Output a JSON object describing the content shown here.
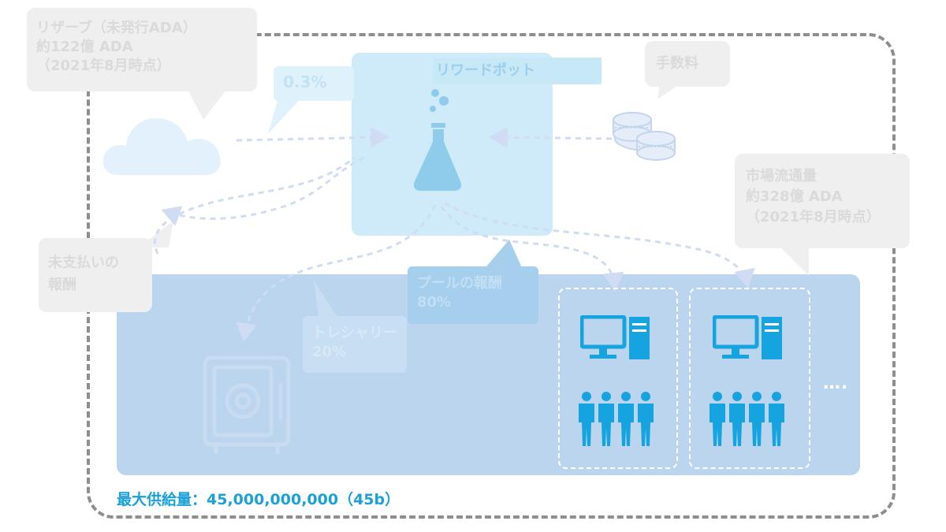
{
  "reserve": {
    "label": "リザーブ（未発行ADA）\n約122億 ADA\n（2021年8月時点）"
  },
  "rate": {
    "label": "0.3%"
  },
  "reward_pot": {
    "label": "リワードポット"
  },
  "fees": {
    "label": "手数料"
  },
  "circulating": {
    "label": "市場流通量\n約328億 ADA\n（2021年8月時点）"
  },
  "unpaid": {
    "label": "未支払いの\n報酬"
  },
  "pool_reward": {
    "label": "プールの報酬\n80%"
  },
  "treasury": {
    "label": "トレシャリー\n20%"
  },
  "more": {
    "label": "…."
  },
  "max_supply": {
    "label": "最大供給量：45,000,000,000（45b）"
  },
  "colors": {
    "node_icon": "#16a4e0",
    "flow_arrow": "#cfdcf3",
    "frame": "#8e8e8e",
    "supply_area": "#bcd5ee",
    "reward_pot": "#cfeaf8",
    "flask": "#8fcbea"
  },
  "icons": [
    "cloud-icon",
    "flask-icon",
    "coins-icon",
    "safe-icon",
    "computer-icon",
    "people-icon"
  ]
}
